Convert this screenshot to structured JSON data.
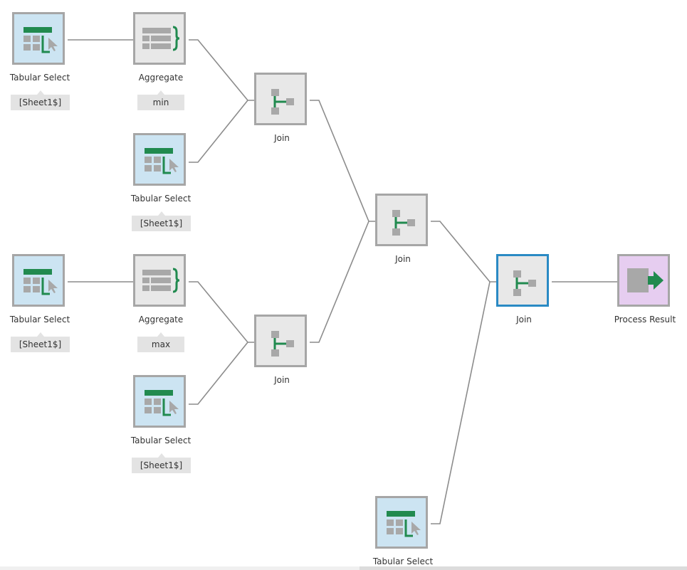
{
  "diagram": {
    "nodes": {
      "ts1": {
        "kind": "tabular-select",
        "label": "Tabular Select",
        "tag": "[Sheet1$]",
        "icon": "tabular-select-icon"
      },
      "agg1": {
        "kind": "aggregate",
        "label": "Aggregate",
        "tag": "min",
        "icon": "aggregate-icon"
      },
      "ts2": {
        "kind": "tabular-select",
        "label": "Tabular Select",
        "tag": "[Sheet1$]",
        "icon": "tabular-select-icon"
      },
      "join1": {
        "kind": "join",
        "label": "Join",
        "icon": "join-icon"
      },
      "ts3": {
        "kind": "tabular-select",
        "label": "Tabular Select",
        "tag": "[Sheet1$]",
        "icon": "tabular-select-icon"
      },
      "agg2": {
        "kind": "aggregate",
        "label": "Aggregate",
        "tag": "max",
        "icon": "aggregate-icon"
      },
      "ts4": {
        "kind": "tabular-select",
        "label": "Tabular Select",
        "tag": "[Sheet1$]",
        "icon": "tabular-select-icon"
      },
      "join2": {
        "kind": "join",
        "label": "Join",
        "icon": "join-icon"
      },
      "join3": {
        "kind": "join",
        "label": "Join",
        "icon": "join-icon"
      },
      "join4": {
        "kind": "join",
        "label": "Join",
        "icon": "join-icon",
        "selected": true
      },
      "ts5": {
        "kind": "tabular-select",
        "label": "Tabular Select",
        "icon": "tabular-select-icon"
      },
      "result": {
        "kind": "process-result",
        "label": "Process Result",
        "icon": "process-result-icon"
      }
    },
    "edges": [
      [
        "ts1",
        "agg1"
      ],
      [
        "agg1",
        "join1"
      ],
      [
        "ts2",
        "join1"
      ],
      [
        "ts3",
        "agg2"
      ],
      [
        "agg2",
        "join2"
      ],
      [
        "ts4",
        "join2"
      ],
      [
        "join1",
        "join3"
      ],
      [
        "join2",
        "join3"
      ],
      [
        "join3",
        "join4"
      ],
      [
        "ts5",
        "join4"
      ],
      [
        "join4",
        "result"
      ]
    ],
    "colors": {
      "green": "#218a4f",
      "gray_shape": "#a8a8a8",
      "connector": "#8c8c8c",
      "selected_border": "#2a8ac4",
      "tabular_bg": "#cce4f2",
      "join_bg": "#e8e8e8",
      "result_bg": "#e6cdf0"
    }
  }
}
